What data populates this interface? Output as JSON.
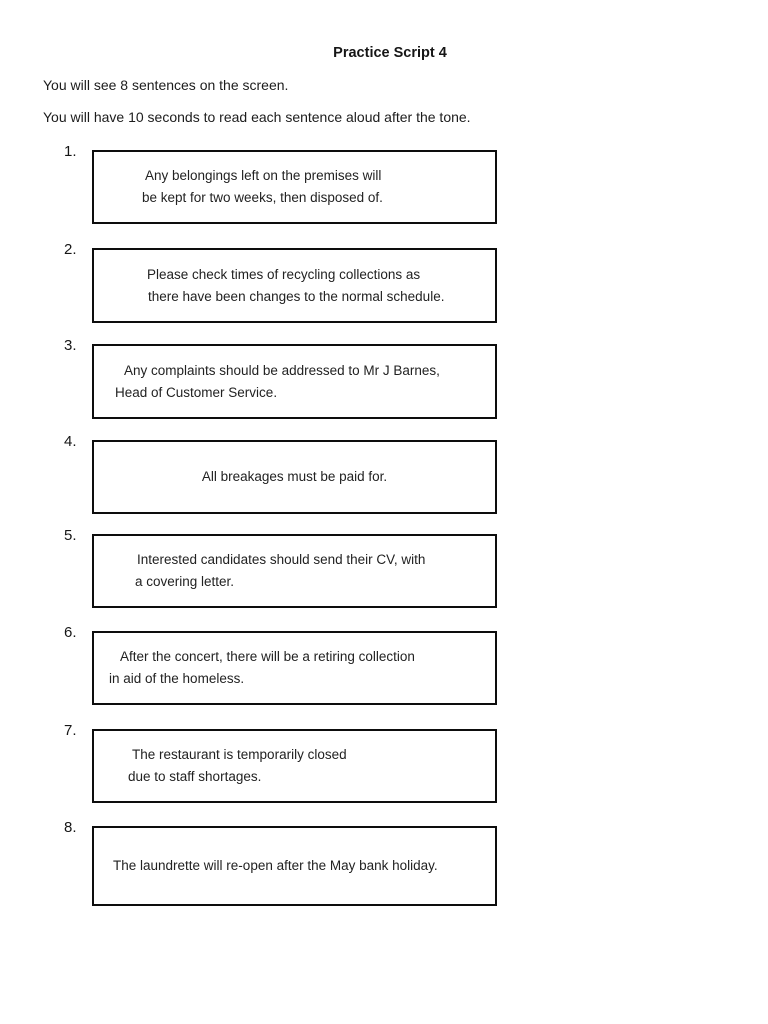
{
  "page": {
    "title": "Practice Script 4",
    "instruction1": "You will see 8 sentences on the screen.",
    "instruction2": "You will have 10 seconds to read each sentence aloud after the tone."
  },
  "items": [
    {
      "number": "1.",
      "line1": "Any belongings left on the premises will",
      "line2": "be kept for two weeks, then disposed of."
    },
    {
      "number": "2.",
      "line1": "Please check times of recycling collections as",
      "line2": "there have been changes to the normal schedule."
    },
    {
      "number": "3.",
      "line1": "Any complaints should be addressed to Mr J Barnes,",
      "line2": "Head of Customer Service."
    },
    {
      "number": "4.",
      "line1": "All breakages must be paid for.",
      "line2": ""
    },
    {
      "number": "5.",
      "line1": "Interested candidates should send their CV, with",
      "line2": "a covering letter."
    },
    {
      "number": "6.",
      "line1": "After the concert, there will be a retiring collection",
      "line2": "in aid of the homeless."
    },
    {
      "number": "7.",
      "line1": "The restaurant is temporarily closed",
      "line2": "due to staff shortages."
    },
    {
      "number": "8.",
      "line1": "The laundrette will re-open after the May bank holiday.",
      "line2": ""
    }
  ]
}
